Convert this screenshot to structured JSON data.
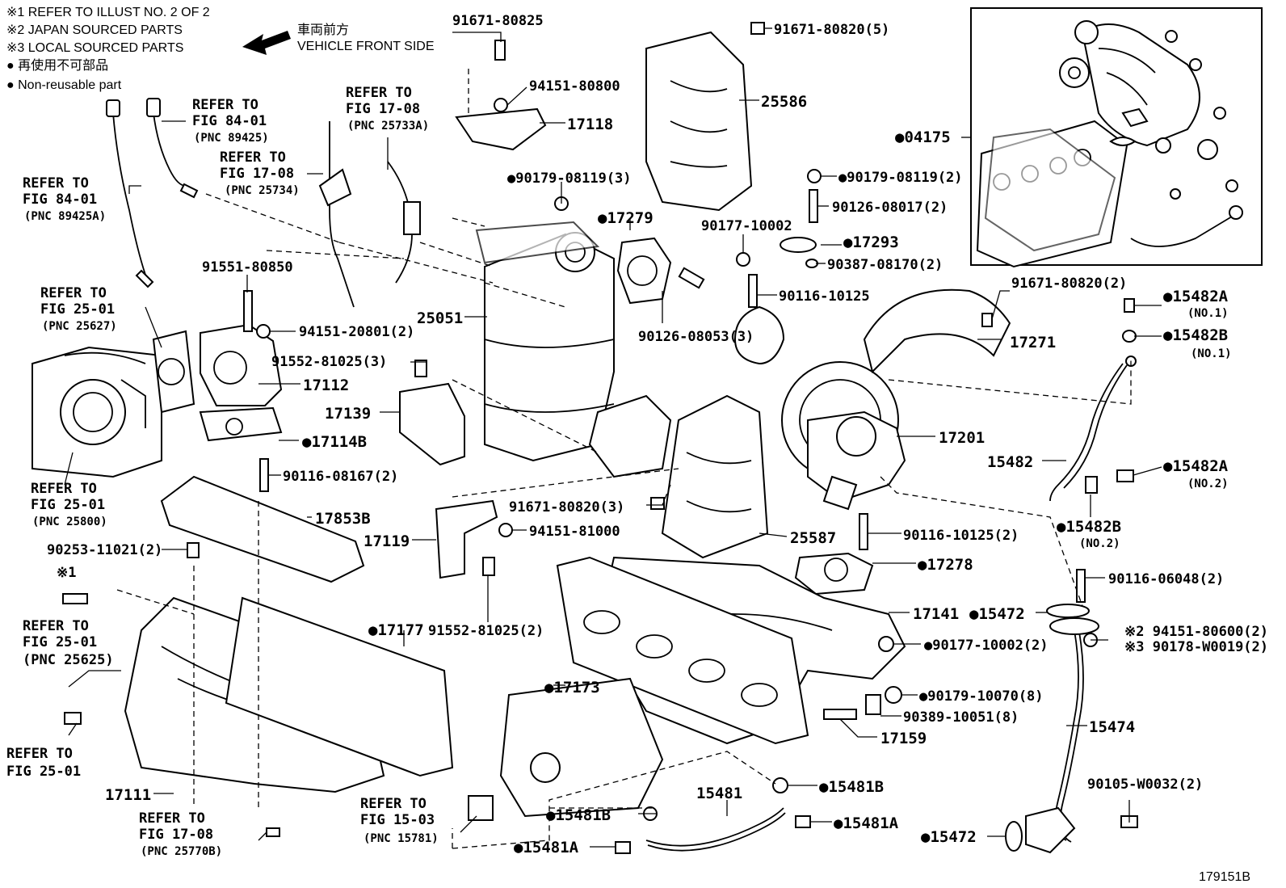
{
  "notes": [
    "※1 REFER TO ILLUST NO. 2 OF 2",
    "※2 JAPAN SOURCED PARTS",
    "※3 LOCAL SOURCED PARTS",
    "● 再使用不可部品",
    "● Non-reusable part"
  ],
  "front": {
    "jp": "車両前方",
    "en": "VEHICLE FRONT SIDE"
  },
  "figure_id": "179151B",
  "labels": [
    {
      "id": "l1",
      "text": "91671-80825"
    },
    {
      "id": "l2",
      "text": "94151-80800"
    },
    {
      "id": "l3",
      "text": "17118"
    },
    {
      "id": "l4",
      "text": "●90179-08119(3)"
    },
    {
      "id": "l5",
      "text": "●17279"
    },
    {
      "id": "l6",
      "text": "91671-80820(5)"
    },
    {
      "id": "l7",
      "text": "25586"
    },
    {
      "id": "l8",
      "text": "●04175"
    },
    {
      "id": "l9",
      "text": "●90179-08119(2)"
    },
    {
      "id": "l10",
      "text": "90126-08017(2)"
    },
    {
      "id": "l11",
      "text": "90177-10002"
    },
    {
      "id": "l12",
      "text": "●17293"
    },
    {
      "id": "l13",
      "text": "90387-08170(2)"
    },
    {
      "id": "l14",
      "text": "90116-10125"
    },
    {
      "id": "l15",
      "text": "91671-80820(2)"
    },
    {
      "id": "l16",
      "text": "●15482A"
    },
    {
      "id": "l17",
      "text": "(NO.1)"
    },
    {
      "id": "l18",
      "text": "●15482B"
    },
    {
      "id": "l19",
      "text": "(NO.1)"
    },
    {
      "id": "l20",
      "text": "17271"
    },
    {
      "id": "l21",
      "text": "25051"
    },
    {
      "id": "l22",
      "text": "90126-08053(3)"
    },
    {
      "id": "l23",
      "text": "91551-80850"
    },
    {
      "id": "l24",
      "text": "94151-20801(2)"
    },
    {
      "id": "l25",
      "text": "91552-81025(3)"
    },
    {
      "id": "l26",
      "text": "17112"
    },
    {
      "id": "l27",
      "text": "17139"
    },
    {
      "id": "l28",
      "text": "●17114B"
    },
    {
      "id": "l29",
      "text": "17201"
    },
    {
      "id": "l30",
      "text": "15482"
    },
    {
      "id": "l31",
      "text": "●15482A"
    },
    {
      "id": "l32",
      "text": "(NO.2)"
    },
    {
      "id": "l33",
      "text": "●15482B"
    },
    {
      "id": "l34",
      "text": "(NO.2)"
    },
    {
      "id": "l35",
      "text": "90116-08167(2)"
    },
    {
      "id": "l36",
      "text": "17853B"
    },
    {
      "id": "l37",
      "text": "91671-80820(3)"
    },
    {
      "id": "l38",
      "text": "94151-81000"
    },
    {
      "id": "l39",
      "text": "17119"
    },
    {
      "id": "l40",
      "text": "25587"
    },
    {
      "id": "l41",
      "text": "90116-10125(2)"
    },
    {
      "id": "l42",
      "text": "●17278"
    },
    {
      "id": "l43",
      "text": "90253-11021(2)"
    },
    {
      "id": "l44",
      "text": "※1"
    },
    {
      "id": "l45",
      "text": "91552-81025(2)"
    },
    {
      "id": "l46",
      "text": "●17177"
    },
    {
      "id": "l47",
      "text": "17141"
    },
    {
      "id": "l48",
      "text": "●15472"
    },
    {
      "id": "l49",
      "text": "90116-06048(2)"
    },
    {
      "id": "l50",
      "text": "※2 94151-80600(2)"
    },
    {
      "id": "l51",
      "text": "※3 90178-W0019(2)"
    },
    {
      "id": "l52",
      "text": "●90177-10002(2)"
    },
    {
      "id": "l53",
      "text": "●17173"
    },
    {
      "id": "l54",
      "text": "●90179-10070(8)"
    },
    {
      "id": "l55",
      "text": "90389-10051(8)"
    },
    {
      "id": "l56",
      "text": "17159"
    },
    {
      "id": "l57",
      "text": "15474"
    },
    {
      "id": "l58",
      "text": "●15481B"
    },
    {
      "id": "l59",
      "text": "15481"
    },
    {
      "id": "l60",
      "text": "●15481B"
    },
    {
      "id": "l61",
      "text": "●15481A"
    },
    {
      "id": "l62",
      "text": "●15481A"
    },
    {
      "id": "l63",
      "text": "90105-W0032(2)"
    },
    {
      "id": "l64",
      "text": "●15472"
    },
    {
      "id": "l65",
      "text": "17111"
    }
  ],
  "refs": [
    {
      "id": "r1",
      "lines": [
        "REFER TO",
        "FIG 84-01"
      ],
      "pnc": "(PNC 89425)"
    },
    {
      "id": "r2",
      "lines": [
        "REFER TO",
        "FIG 84-01"
      ],
      "pnc": "(PNC 89425A)"
    },
    {
      "id": "r3",
      "lines": [
        "REFER TO",
        "FIG 17-08"
      ],
      "pnc": "(PNC 25734)"
    },
    {
      "id": "r4",
      "lines": [
        "REFER TO",
        "FIG 17-08"
      ],
      "pnc": "(PNC 25733A)"
    },
    {
      "id": "r5",
      "lines": [
        "REFER TO",
        "FIG 25-01"
      ],
      "pnc": "(PNC 25627)"
    },
    {
      "id": "r6",
      "lines": [
        "REFER TO",
        "FIG 25-01"
      ],
      "pnc": "(PNC 25800)"
    },
    {
      "id": "r7",
      "lines": [
        "REFER TO",
        "FIG 25-01"
      ],
      "pnc": "(PNC 25625)"
    },
    {
      "id": "r8",
      "lines": [
        "REFER TO",
        "FIG 25-01"
      ],
      "pnc": ""
    },
    {
      "id": "r9",
      "lines": [
        "REFER TO",
        "FIG 17-08"
      ],
      "pnc": "(PNC 25770B)"
    },
    {
      "id": "r10",
      "lines": [
        "REFER TO",
        "FIG 15-03"
      ],
      "pnc": "(PNC 15781)"
    }
  ]
}
